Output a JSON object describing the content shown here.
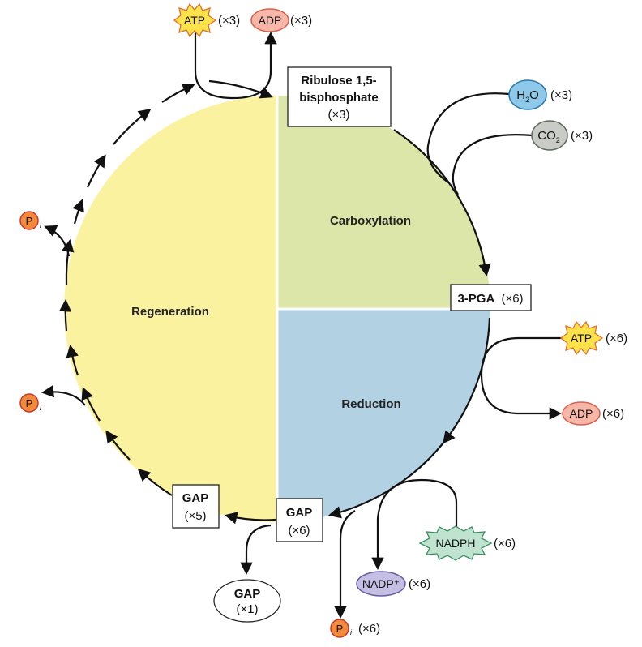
{
  "phases": {
    "regeneration": "Regeneration",
    "carboxylation": "Carboxylation",
    "reduction": "Reduction"
  },
  "boxes": {
    "rubp": {
      "line1": "Ribulose 1,5-",
      "line2": "bisphosphate",
      "count": "(×3)"
    },
    "pga": {
      "name": "3-PGA",
      "count": "(×6)"
    },
    "gap6": {
      "name": "GAP",
      "count": "(×6)"
    },
    "gap5": {
      "name": "GAP",
      "count": "(×5)"
    },
    "gap1": {
      "name": "GAP",
      "count": "(×1)"
    }
  },
  "molecules": {
    "atp_top": {
      "label": "ATP",
      "count": "(×3)"
    },
    "adp_top": {
      "label": "ADP",
      "count": "(×3)"
    },
    "h2o": {
      "label_main": "H",
      "label_sub": "2",
      "label_tail": "O",
      "count": "(×3)"
    },
    "co2": {
      "label_main": "CO",
      "label_sub": "2",
      "count": "(×3)"
    },
    "atp_right": {
      "label": "ATP",
      "count": "(×6)"
    },
    "adp_right": {
      "label": "ADP",
      "count": "(×6)"
    },
    "nadph": {
      "label": "NADPH",
      "count": "(×6)"
    },
    "nadp": {
      "label": "NADP⁺",
      "count": "(×6)"
    },
    "pi_bottom": {
      "label": "P",
      "sub": "i",
      "count": "(×6)"
    },
    "pi_left_upper": {
      "label": "P",
      "sub": "i"
    },
    "pi_left_lower": {
      "label": "P",
      "sub": "i"
    }
  },
  "colors": {
    "regeneration": "#fbf2a0",
    "carboxylation": "#dde6a9",
    "reduction": "#b2d2e4",
    "atp": "#fde24a",
    "atp_stroke": "#e36b2c",
    "adp": "#f7b7a8",
    "adp_stroke": "#d9604c",
    "h2o": "#8fc9ea",
    "h2o_stroke": "#2b7ab3",
    "co2": "#c9cbc6",
    "co2_stroke": "#5f6a60",
    "nadph": "#bfe3cf",
    "nadph_stroke": "#3b8d63",
    "nadp": "#c4bfe3",
    "nadp_stroke": "#6c5ca5",
    "pi": "#f28a3a",
    "pi_stroke": "#c9362b"
  }
}
